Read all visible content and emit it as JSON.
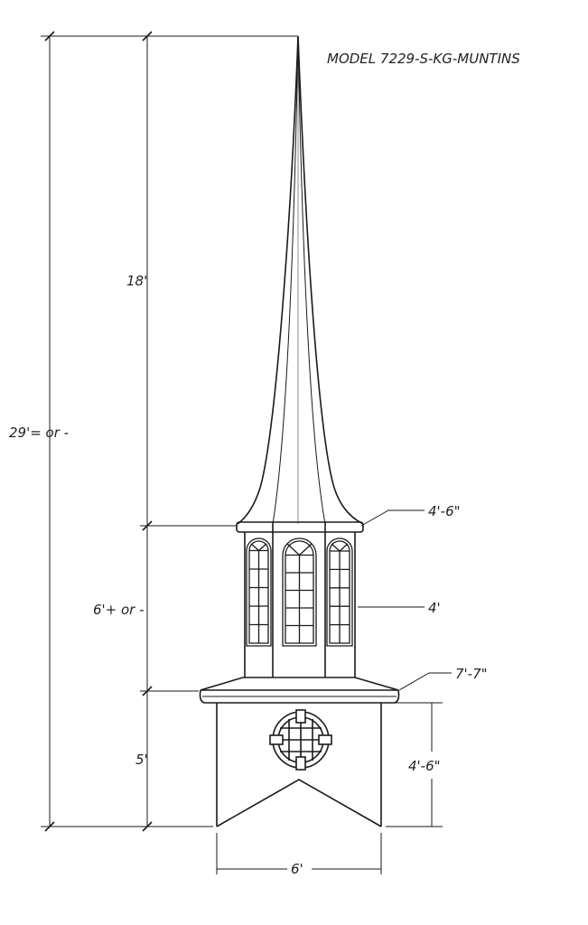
{
  "title": "MODEL 7229-S-KG-MUNTINS",
  "dimensions": {
    "overall_height": "29'= or -",
    "spire_height": "18'",
    "belfry_height": "6'+ or -",
    "base_height": "5'",
    "spire_base_width": "4'-6\"",
    "belfry_width": "4'",
    "roof_width": "7'-7\"",
    "base_side_height": "4'-6\"",
    "base_width": "6'"
  },
  "colors": {
    "line": "#1a1a1a",
    "background": "#ffffff"
  }
}
